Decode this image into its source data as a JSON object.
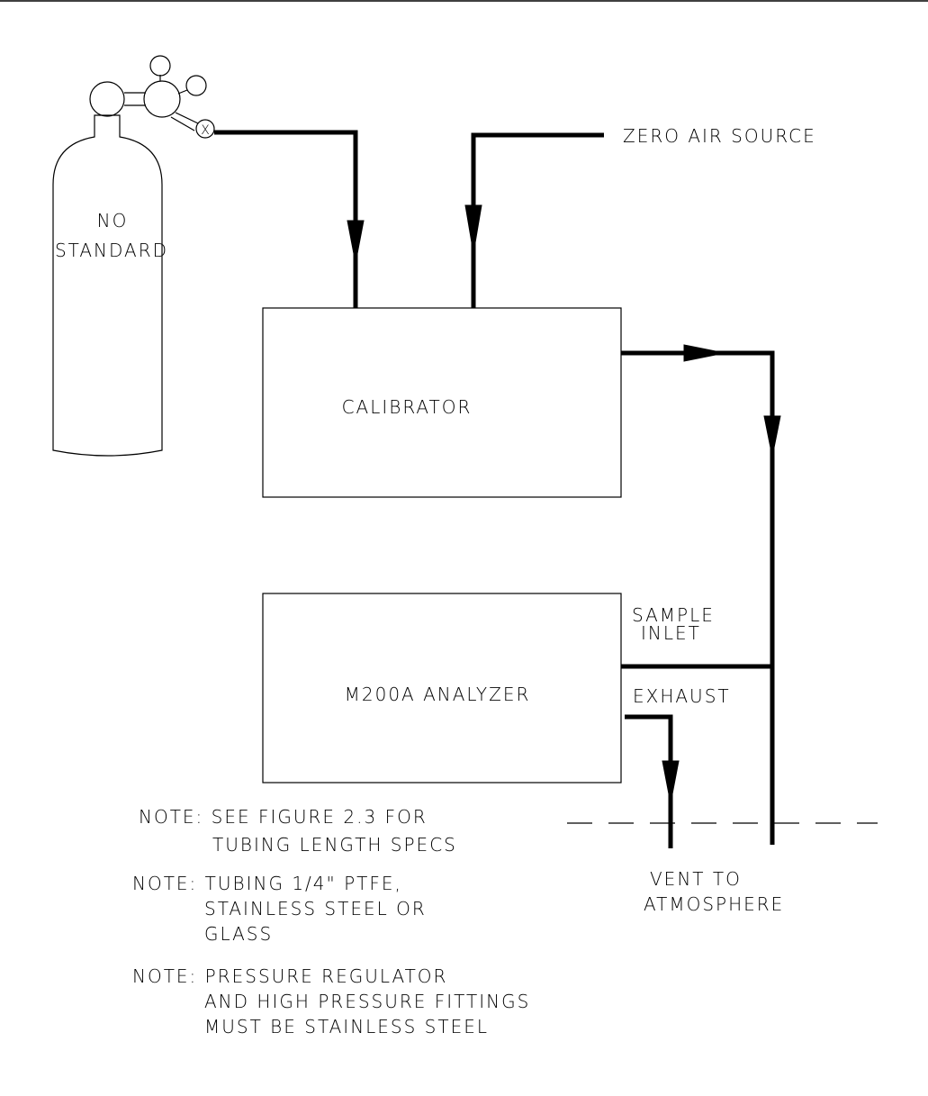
{
  "diagram": {
    "cylinder_label_line1": "NO",
    "cylinder_label_line2": "STANDARD",
    "zero_air_label": "ZERO AIR SOURCE",
    "calibrator_label": "CALIBRATOR",
    "analyzer_label": "M200A ANALYZER",
    "sample_inlet_line1": "SAMPLE",
    "sample_inlet_line2": "INLET",
    "exhaust_label": "EXHAUST",
    "vent_line1": "VENT TO",
    "vent_line2": "ATMOSPHERE",
    "valve_mark": "X"
  },
  "notes": [
    [
      "NOTE: SEE FIGURE 2.3 FOR",
      "TUBING LENGTH SPECS"
    ],
    [
      "NOTE: TUBING 1/4\" PTFE,",
      "STAINLESS STEEL OR",
      "GLASS"
    ],
    [
      "NOTE: PRESSURE REGULATOR",
      "AND HIGH PRESSURE FITTINGS",
      "MUST BE STAINLESS STEEL"
    ]
  ]
}
